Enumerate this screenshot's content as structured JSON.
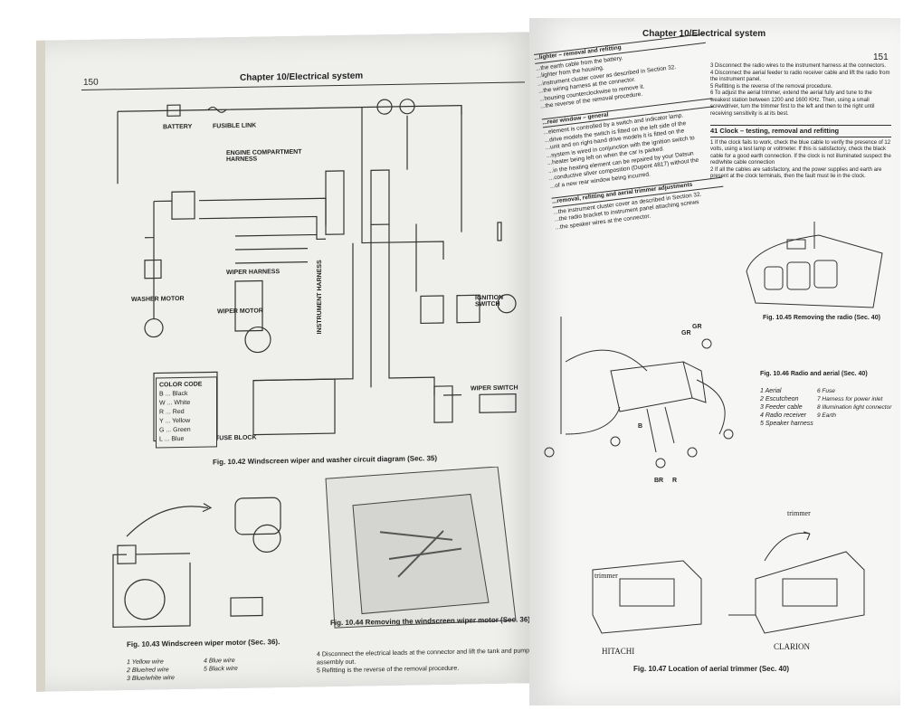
{
  "left_page": {
    "page_number": "150",
    "header": "Chapter 10/Electrical system",
    "fig42": {
      "caption": "Fig. 10.42 Windscreen wiper and washer circuit diagram (Sec. 35)",
      "labels": {
        "battery": "BATTERY",
        "fusible_link": "FUSIBLE LINK",
        "engine_harness": "ENGINE COMPARTMENT HARNESS",
        "wiper_harness": "WIPER HARNESS",
        "washer_motor": "WASHER MOTOR",
        "wiper_motor": "WIPER MOTOR",
        "instrument_harness": "INSTRUMENT HARNESS",
        "ignition_switch": "IGNITION SWITCH",
        "wiper_switch": "WIPER SWITCH",
        "fuse_block": "FUSE BLOCK"
      },
      "color_code": {
        "title": "COLOR CODE",
        "items": [
          "B ... Black",
          "W ... White",
          "R ... Red",
          "Y ... Yellow",
          "G ... Green",
          "L ... Blue"
        ]
      }
    },
    "fig43": {
      "caption": "Fig. 10.43 Windscreen wiper motor (Sec. 36).",
      "legend": [
        "1  Yellow wire",
        "2  Blue/red wire",
        "3  Blue/white wire",
        "4  Blue wire",
        "5  Black wire"
      ]
    },
    "fig44": {
      "caption": "Fig. 10.44 Removing the windscreen wiper motor (Sec. 36)"
    },
    "text": [
      "4    Disconnect the electrical leads at the connector and lift the tank and pump assembly out.",
      "5    Refitting is the reverse of the removal procedure."
    ]
  },
  "right_page": {
    "header": "Chapter 10/Electrical system",
    "page_number": "151",
    "sections": [
      {
        "title": "...lighter – removal and refitting",
        "lines": [
          "...the earth cable from the battery.",
          "...lighter from the housing.",
          "...instrument cluster cover as described in Section 32.",
          "...the wiring harness at the connector.",
          "...housing counterclockwise to remove it.",
          "...the reverse of the removal procedure."
        ]
      },
      {
        "title": "...rear window – general",
        "lines": [
          "...element is controlled by a switch and indicator lamp.",
          "...drive models the switch is fitted on the left side of the",
          "...unit and on right-hand drive models it is fitted on the",
          "...system is wired in conjunction with the ignition switch to",
          "...heater being left on when the car is parked.",
          "...in the heating element can be repaired by your Datsun",
          "...conductive silver composition (Dupont 4817) without the",
          "...of a new rear window being incurred."
        ]
      },
      {
        "title": "...removal, refitting and aerial trimmer adjustments",
        "lines": [
          "...the instrument cluster cover as described in Section 32.",
          "...the radio bracket to instrument panel attaching screws",
          "...the speaker wires at the connector."
        ]
      }
    ],
    "col2_text": [
      "3    Disconnect the radio wires to the instrument harness at the connectors.",
      "4    Disconnect the aerial feeder to radio receiver cable and lift the radio from the instrument panel.",
      "5    Refitting is the reverse of the removal procedure.",
      "6    To adjust the aerial trimmer, extend the aerial fully and tune to the weakest station between 1200 and 1600 KHz. Then, using a small screwdriver, turn the trimmer first to the left and then to the right until receiving sensitivity is at its best."
    ],
    "section41": {
      "title": "41  Clock – testing, removal and refitting",
      "lines": [
        "1    If the clock fails to work, check the blue cable to verify the presence of 12 volts, using a test lamp or voltmeter. If this is satisfactory, check the black cable for a good earth connection. If the clock is not illuminated suspect the red/white cable connection",
        "2    If all the cables are satisfactory, and the power supplies and earth are present at the clock terminals, then the fault must lie in the clock."
      ]
    },
    "fig45": {
      "caption": "Fig. 10.45 Removing the radio (Sec. 40)"
    },
    "fig46": {
      "caption": "Fig. 10.46 Radio and aerial (Sec. 40)",
      "legend": [
        "1  Aerial",
        "2  Escutcheon",
        "3  Feeder cable",
        "4  Radio receiver",
        "5  Speaker harness",
        "6  Fuse",
        "7  Harness for power inlet",
        "8  Illumination light connector",
        "9  Earth"
      ],
      "labels": {
        "gr1": "GR",
        "gr2": "GR",
        "b": "B",
        "br": "BR",
        "r": "R"
      }
    },
    "fig47": {
      "caption": "Fig. 10.47 Location of aerial trimmer (Sec. 40)",
      "labels": {
        "trimmer1": "trimmer",
        "trimmer2": "trimmer",
        "hitachi": "HITACHI",
        "clarion": "CLARION"
      }
    }
  }
}
